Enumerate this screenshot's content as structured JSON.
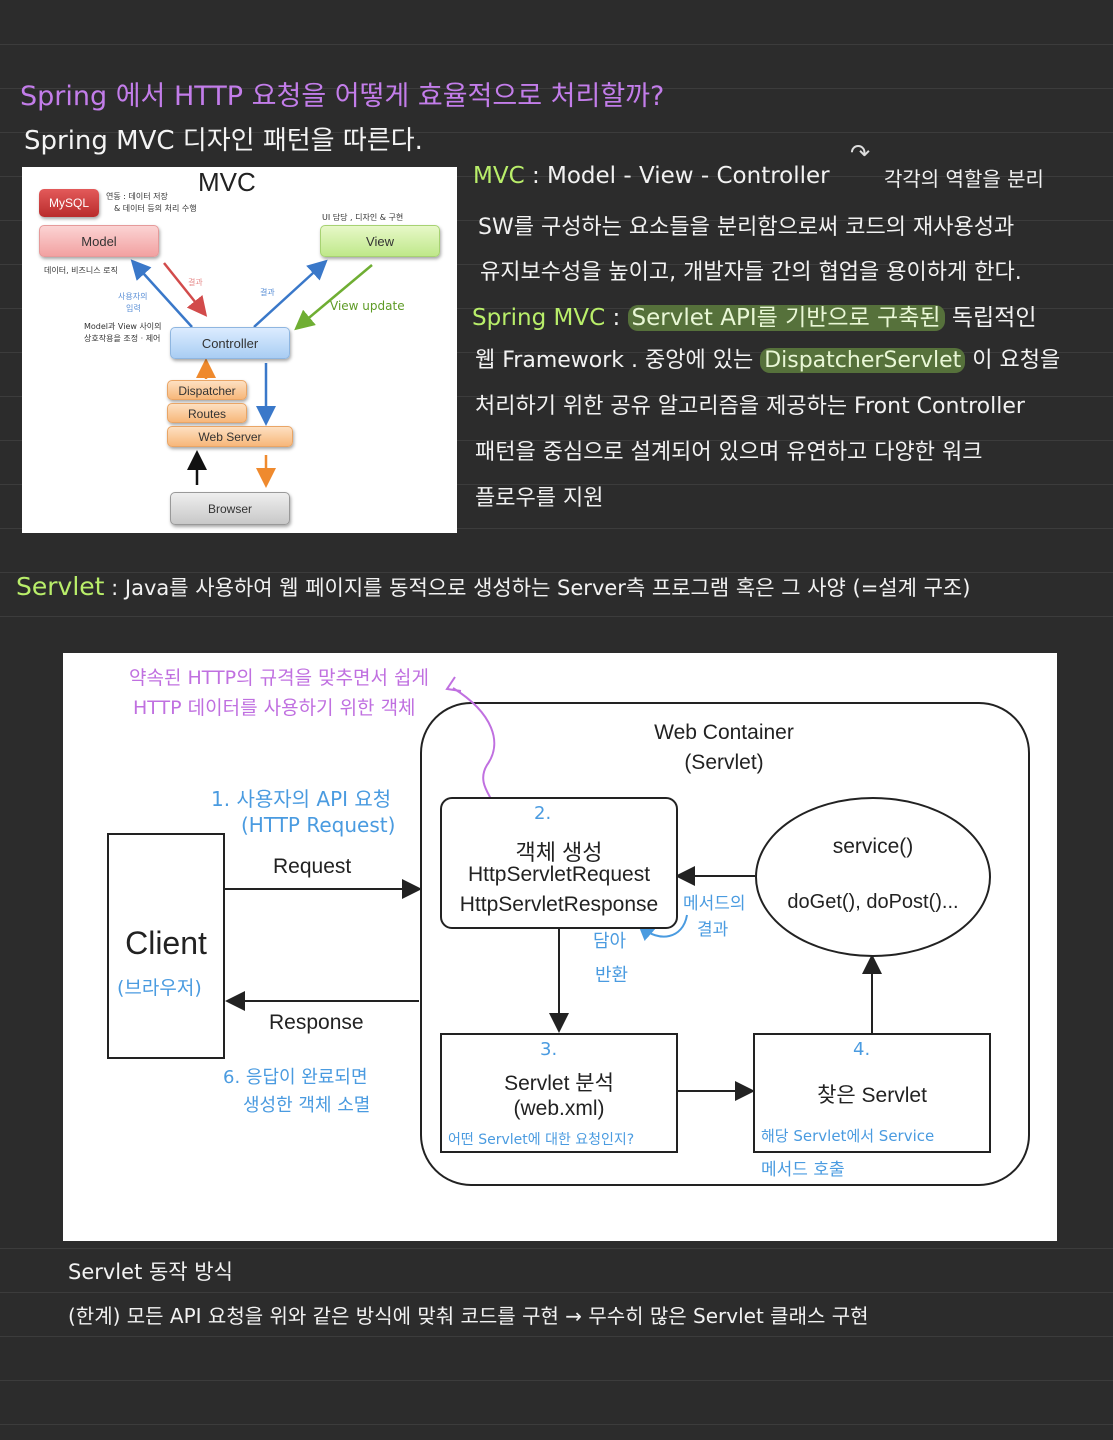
{
  "heading": {
    "question": "Spring 에서 HTTP 요청을 어떻게 효율적으로 처리할까?",
    "answer": "Spring MVC 디자인 패턴을 따른다."
  },
  "mvc_figure": {
    "title": "MVC",
    "boxes": {
      "mysql": "MySQL",
      "model": "Model",
      "view": "View",
      "controller": "Controller",
      "dispatcher": "Dispatcher",
      "routes": "Routes",
      "web_server": "Web Server",
      "browser": "Browser"
    },
    "notes": {
      "mysql_note_1": "연동 : 데이터 저장",
      "mysql_note_2": "& 데이터 등의 처리 수행",
      "view_note": "UI 담당 , 디자인 & 구현",
      "model_note": "데이터, 비즈니스 로직",
      "request_note_1": "사용자의",
      "request_note_2": "입력",
      "result_note_1": "결과",
      "result_note_2": "결과",
      "view_update": "View update",
      "controller_note_1": "Model과 View 사이의",
      "controller_note_2": "상호작용을 조정 · 제어"
    }
  },
  "mvc_text": {
    "line1_label": "MVC",
    "line1_text": ": Model - View - Controller",
    "line1_note": "각각의 역할을 분리",
    "line2": "SW를 구성하는 요소들을 분리함으로써 코드의 재사용성과",
    "line3": "유지보수성을 높이고, 개발자들 간의 협업을 용이하게 한다."
  },
  "spring_mvc": {
    "label": "Spring MVC",
    "colon": ":",
    "highlight1": "Servlet API를 기반으로 구축된",
    "after1": "독립적인",
    "line2_pre": "웹 Framework . 중앙에 있는",
    "highlight2": "DispatcherServlet",
    "line2_post": "이 요청을",
    "line3": "처리하기 위한 공유 알고리즘을 제공하는 Front Controller",
    "line4": "패턴을 중심으로 설계되어 있으며 유연하고 다양한 워크",
    "line5": "플로우를 지원"
  },
  "servlet_def": {
    "label": "Servlet",
    "text": ": Java를 사용하여 웹 페이지를 동적으로 생성하는 Server측 프로그램 혹은 그 사양 (=설계 구조)"
  },
  "servlet_figure": {
    "container_title_1": "Web Container",
    "container_title_2": "(Servlet)",
    "client": "Client",
    "client_note": "(브라우저)",
    "request": "Request",
    "response": "Response",
    "step1_note_1": "1. 사용자의 API 요청",
    "step1_note_2": "(HTTP Request)",
    "step6_note_1": "6. 응답이 완료되면",
    "step6_note_2": "생성한 객체 소멸",
    "top_note_1": "약속된 HTTP의 규격을 맞추면서 쉽게",
    "top_note_2": "HTTP 데이터를 사용하기 위한 객체",
    "box2_step": "2.",
    "box2_line1": "객체 생성",
    "box2_line2": "HttpServletRequest",
    "box2_line3": "HttpServletResponse",
    "box2_note_1": "담아",
    "box2_note_2": "반환",
    "method_note_1": "메서드의",
    "method_note_2": "결과",
    "service_line1": "service()",
    "service_line2": "doGet(), doPost()...",
    "box3_step": "3.",
    "box3_line1": "Servlet 분석",
    "box3_line2": "(web.xml)",
    "box3_note": "어떤 Servlet에 대한 요청인지?",
    "box4_step": "4.",
    "box4_line1": "찾은 Servlet",
    "box4_note_1": "해당 Servlet에서 Service",
    "box4_note_2": "메서드 호출"
  },
  "footer": {
    "title": "Servlet 동작 방식",
    "limit": "(한계) 모든 API 요청을 위와 같은 방식에 맞춰 코드를 구현 → 무수히 많은 Servlet 클래스 구현"
  },
  "colors": {
    "background": "#2c2c2c",
    "purple": "#c37dea",
    "green": "#b9ee6a",
    "highlight": "#56713b",
    "note_blue": "#4a9be0"
  }
}
